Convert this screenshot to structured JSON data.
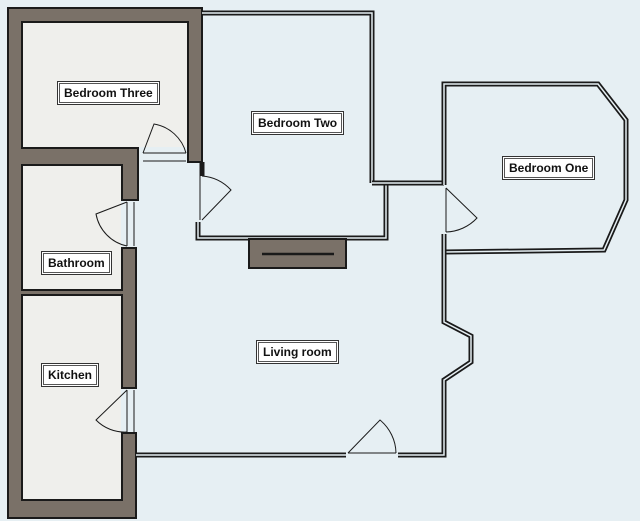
{
  "rooms": {
    "bedroom_three": "Bedroom Three",
    "bedroom_two": "Bedroom Two",
    "bedroom_one": "Bedroom One",
    "bathroom": "Bathroom",
    "kitchen": "Kitchen",
    "living_room": "Living room"
  },
  "colors": {
    "background": "#e6eff3",
    "wall_fill": "#7a7168",
    "wall_stroke": "#1a1a1a",
    "room_floor_light": "#efefec",
    "room_floor_blue": "#e6eff3"
  }
}
